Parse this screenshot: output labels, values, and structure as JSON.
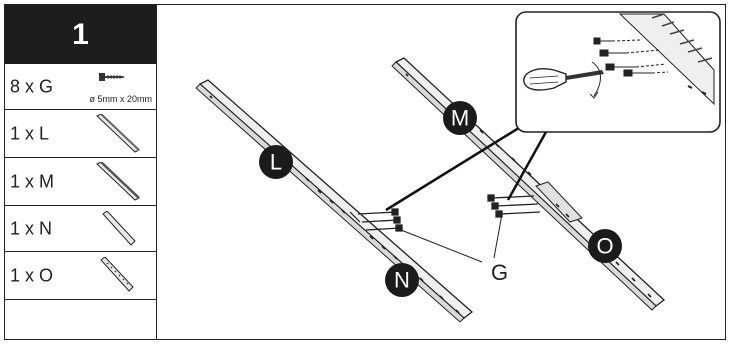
{
  "step": {
    "number": "1"
  },
  "parts": [
    {
      "qty": "8 x G",
      "spec": "ø 5mm x 20mm",
      "icon": "screw-icon"
    },
    {
      "qty": "1 x L",
      "icon": "rail-l-icon"
    },
    {
      "qty": "1 x M",
      "icon": "rail-m-icon"
    },
    {
      "qty": "1 x N",
      "icon": "rail-n-icon"
    },
    {
      "qty": "1 x O",
      "icon": "rail-o-icon"
    }
  ],
  "callouts": {
    "l": "L",
    "m": "M",
    "n": "N",
    "o": "O",
    "g": "G"
  },
  "detail": {
    "tool": "screwdriver-icon"
  },
  "colors": {
    "header": "#1d1d1d",
    "line": "#222222",
    "rail": "#ececec"
  }
}
